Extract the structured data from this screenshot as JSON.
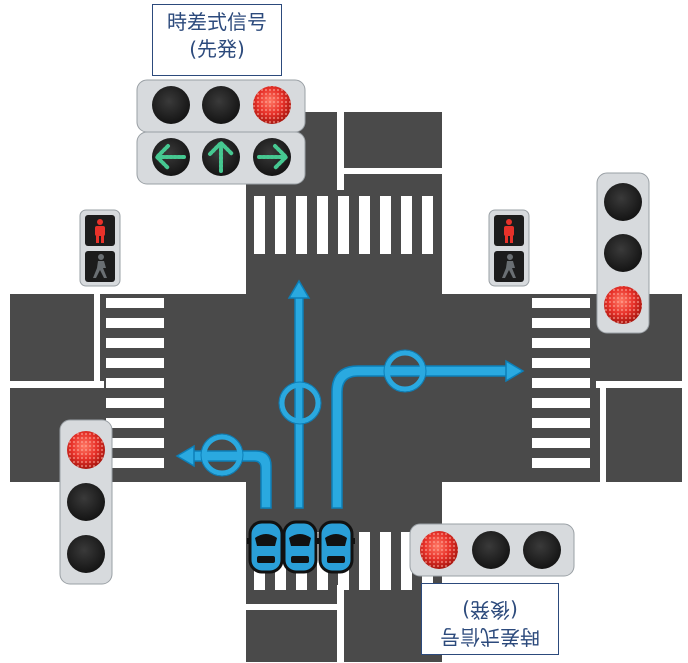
{
  "labels": {
    "top": {
      "line1": "時差式信号",
      "line2": "(先発)"
    },
    "bottom": {
      "line1": "時差式信号",
      "line2": "(後発)"
    }
  },
  "icons": {
    "top_signal_arrows": [
      "left-arrow-icon",
      "up-arrow-icon",
      "right-arrow-icon"
    ],
    "pedestrian_signals": [
      "red-pedestrian-stop-icon",
      "pedestrian-walk-icon"
    ],
    "turn_markers": [
      "circle-marker-icon"
    ],
    "vehicles": [
      "car-icon"
    ]
  },
  "colors": {
    "road": "#4a4a4a",
    "road_edge": "#5a5a5a",
    "stripe": "#ffffff",
    "signal_body": "#d7dadd",
    "lamp_off": "#222222",
    "lamp_red": "#e8322a",
    "arrow_green": "#46c891",
    "route_blue": "#2aa9e0",
    "car_blue": "#2a9fd8",
    "label_border": "#2c4a7c"
  },
  "signal_states": {
    "top_main": {
      "red": true,
      "yellow": false,
      "green": false,
      "arrows_lit": true
    },
    "right_main": {
      "red": true
    },
    "left_main": {
      "red": true
    },
    "bottom_main": {
      "red": true
    },
    "left_pedestrian": "red",
    "right_pedestrian": "red"
  }
}
